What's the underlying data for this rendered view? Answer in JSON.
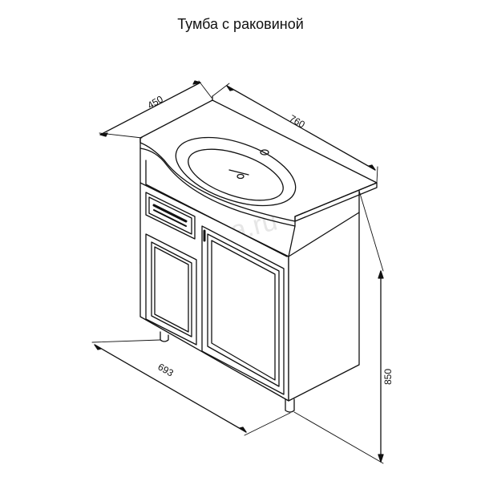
{
  "title": "Тумба с раковиной",
  "watermark": "Aquaviva.ru",
  "dimensions": {
    "depth": "450",
    "top_width": "760",
    "base_width": "693",
    "height": "850"
  }
}
